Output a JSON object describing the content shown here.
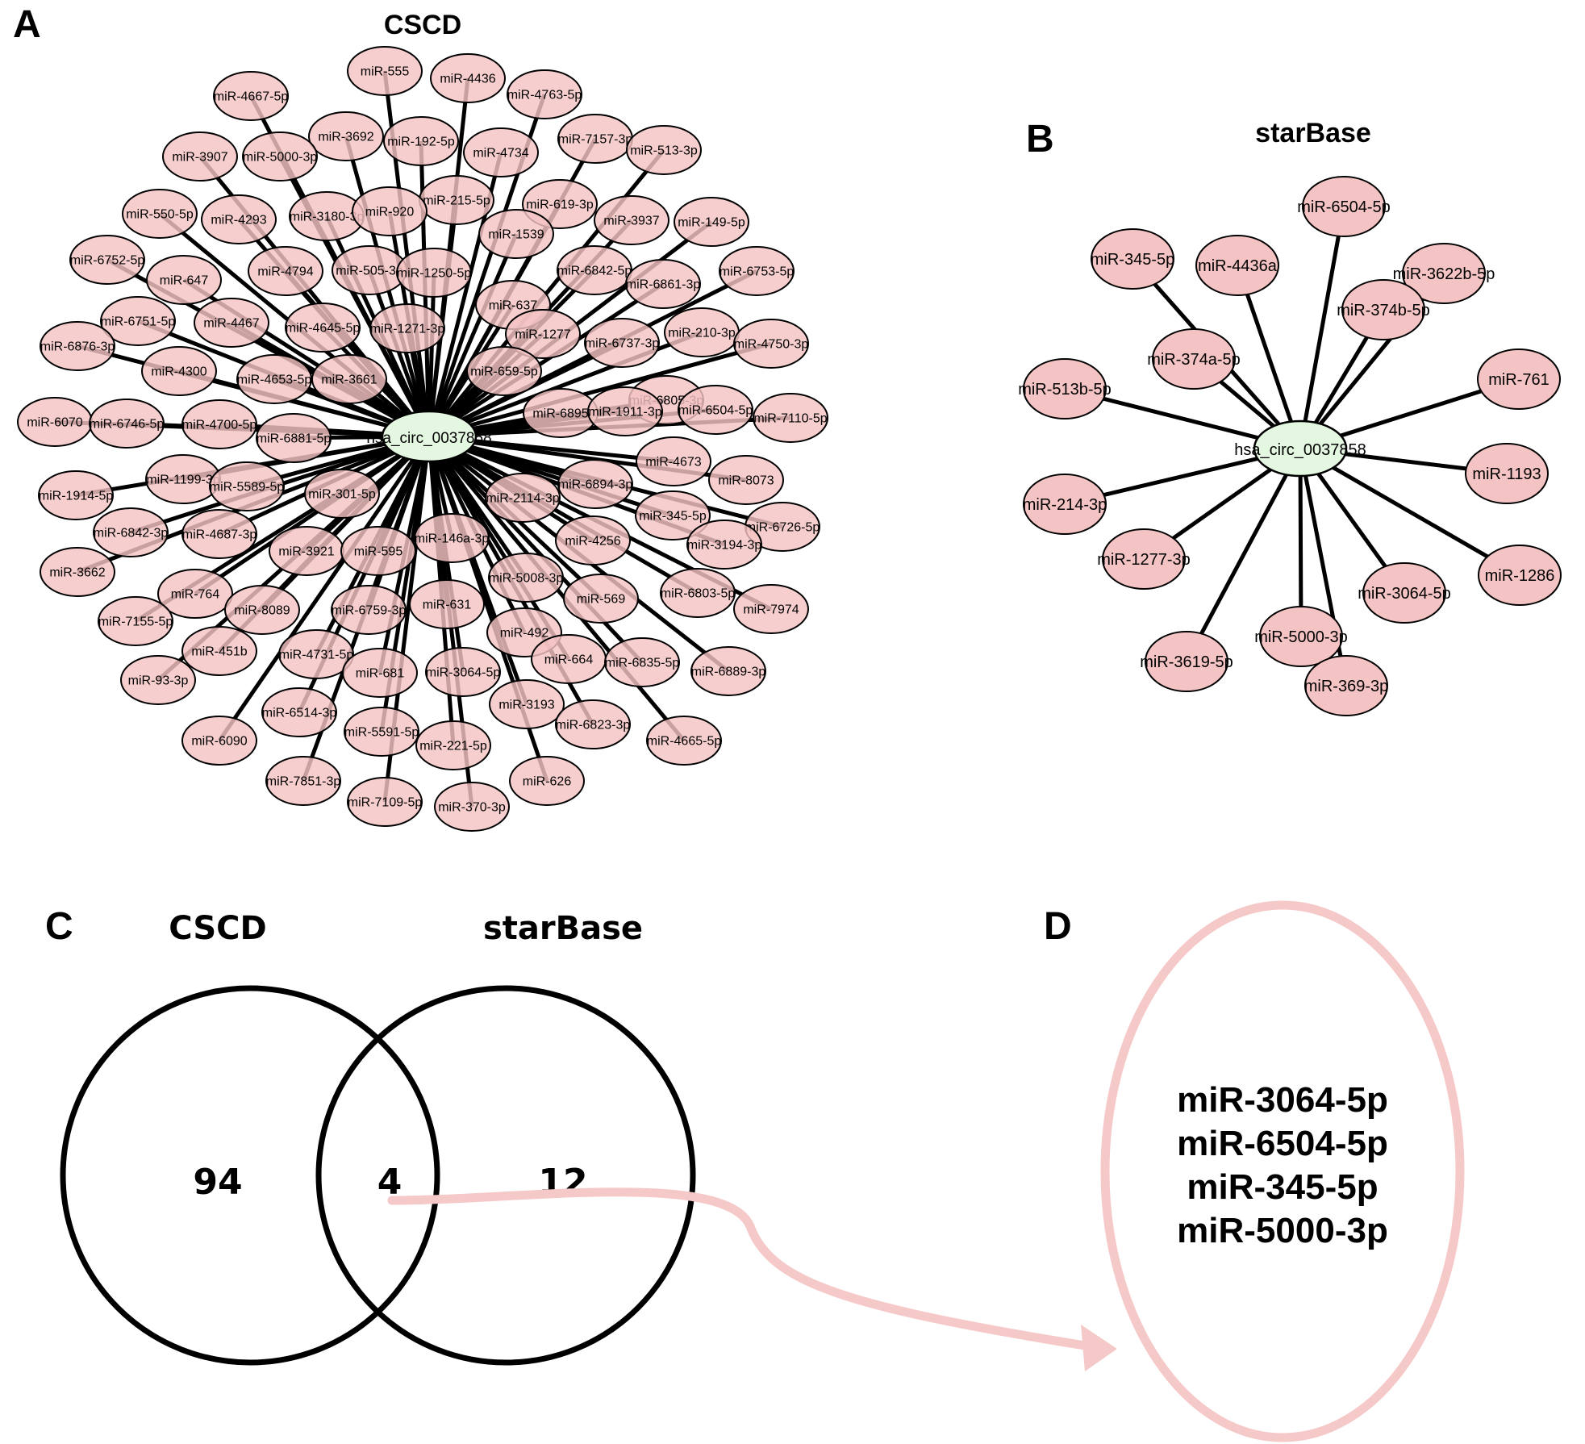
{
  "colors": {
    "mirna_fill": "#f4c3c3",
    "circ_fill": "#e4f7e0",
    "edge": "#000000",
    "accent_pink": "#f6c9c9",
    "text": "#000000"
  },
  "panel_a": {
    "letter": "A",
    "title": "CSCD",
    "hub_label": "hsa_circ_0037858",
    "nodes": [
      "miR-555",
      "miR-4436",
      "miR-4667-5p",
      "miR-4763-5p",
      "miR-3692",
      "miR-192-5p",
      "miR-3907",
      "miR-5000-3p",
      "miR-7157-3p",
      "miR-513-3p",
      "miR-4734",
      "miR-215-5p",
      "miR-550-5p",
      "miR-4293",
      "miR-3180-3p",
      "miR-920",
      "miR-619-3p",
      "miR-3937",
      "miR-149-5p",
      "miR-1539",
      "miR-6752-5p",
      "miR-647",
      "miR-4794",
      "miR-505-3p",
      "miR-1250-5p",
      "miR-6842-5p",
      "miR-6753-5p",
      "miR-6861-3p",
      "miR-637",
      "miR-6751-5p",
      "miR-4467",
      "miR-4645-5p",
      "miR-1271-3p",
      "miR-1277",
      "miR-6876-3p",
      "miR-210-3p",
      "miR-6737-3p",
      "miR-4750-3p",
      "miR-4300",
      "miR-4653-5p",
      "miR-3661",
      "miR-659-5p",
      "miR-6805-3p",
      "miR-6070",
      "miR-6746-5p",
      "miR-4700-5p",
      "miR-6895",
      "miR-1911-3p",
      "miR-6504-5p",
      "miR-7110-5p",
      "miR-6881-5p",
      "miR-4673",
      "miR-8073",
      "miR-1199-3p",
      "miR-1914-5p",
      "miR-5589-5p",
      "miR-301-5p",
      "miR-6894-3p",
      "miR-2114-3p",
      "miR-345-5p",
      "miR-6842-3p",
      "miR-4687-3p",
      "miR-6726-5p",
      "miR-4256",
      "miR-3194-3p",
      "miR-3921",
      "miR-595",
      "miR-146a-3p",
      "miR-3662",
      "miR-764",
      "miR-5008-3p",
      "miR-569",
      "miR-6803-5p",
      "miR-7974",
      "miR-7155-5p",
      "miR-8089",
      "miR-6759-3p",
      "miR-631",
      "miR-492",
      "miR-451b",
      "miR-4731-5p",
      "miR-664",
      "miR-6835-5p",
      "miR-6889-3p",
      "miR-93-3p",
      "miR-681",
      "miR-3064-5p",
      "miR-3193",
      "miR-6514-3p",
      "miR-6823-3p",
      "miR-6090",
      "miR-5591-5p",
      "miR-4665-5p",
      "miR-221-5p",
      "miR-7851-3p",
      "miR-626",
      "miR-7109-5p",
      "miR-370-3p"
    ]
  },
  "panel_b": {
    "letter": "B",
    "title": "starBase",
    "hub_label": "hsa_circ_0037858",
    "nodes": [
      "miR-6504-5p",
      "miR-345-5p",
      "miR-4436a",
      "miR-3622b-5p",
      "miR-374b-5p",
      "miR-374a-5p",
      "miR-761",
      "miR-513b-5p",
      "miR-1193",
      "miR-214-3p",
      "miR-1277-3p",
      "miR-1286",
      "miR-3064-5p",
      "miR-5000-3p",
      "miR-3619-5p",
      "miR-369-3p"
    ]
  },
  "panel_c": {
    "letter": "C",
    "set_a": "CSCD",
    "set_b": "starBase",
    "only_a": "94",
    "both": "4",
    "only_b": "12"
  },
  "panel_d": {
    "letter": "D",
    "items": [
      "miR-3064-5p",
      "miR-6504-5p",
      "miR-345-5p",
      "miR-5000-3p"
    ]
  }
}
